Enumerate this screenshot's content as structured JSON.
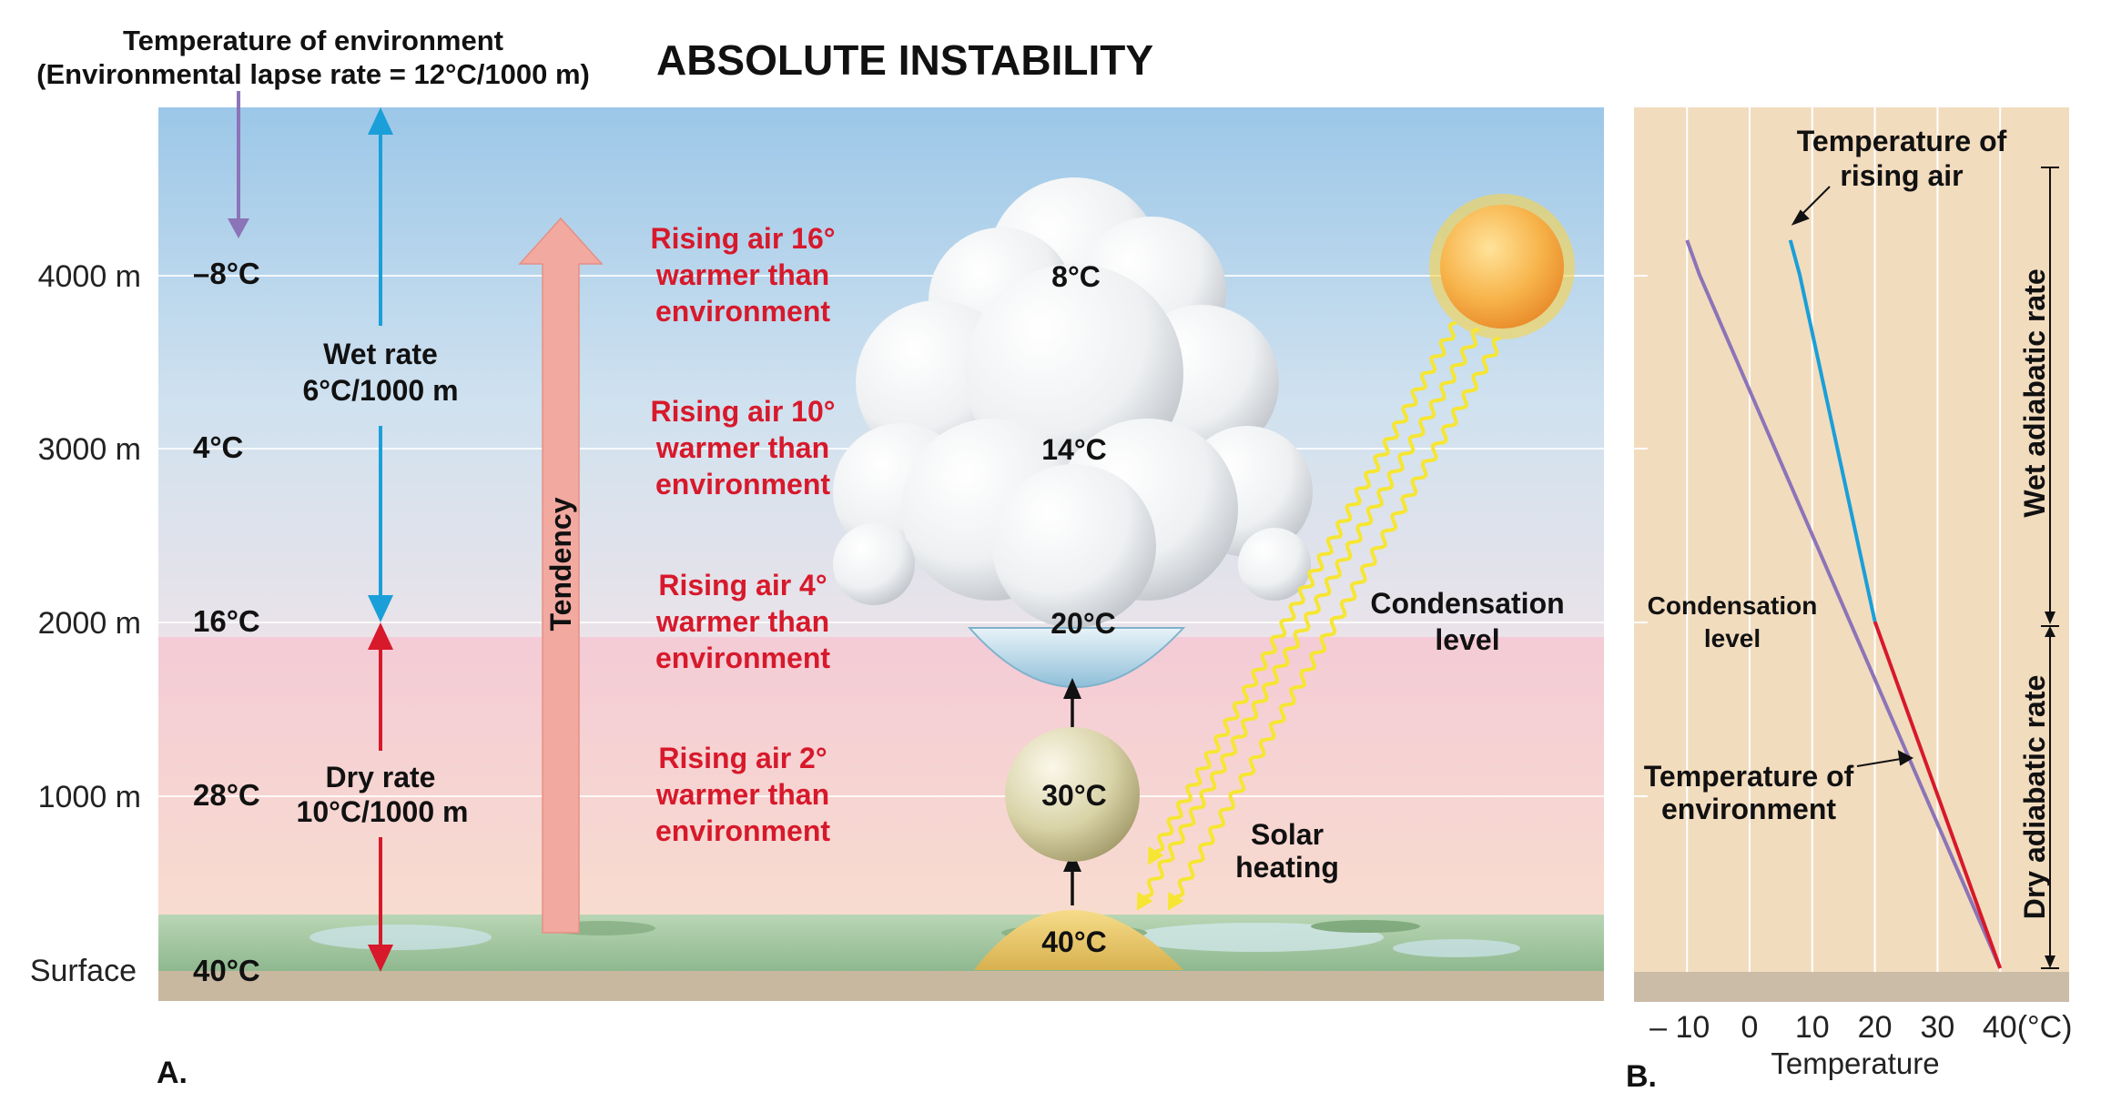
{
  "header": {
    "title": "ABSOLUTE INSTABILITY",
    "env_temp_line1": "Temperature of environment",
    "env_temp_line2": "(Environmental lapse rate = 12°C/1000 m)"
  },
  "panel_a": {
    "label": "A.",
    "altitudes": [
      "4000 m",
      "3000 m",
      "2000 m",
      "1000 m",
      "Surface"
    ],
    "env_temps": [
      "–8°C",
      "4°C",
      "16°C",
      "28°C",
      "40°C"
    ],
    "wet_rate": [
      "Wet rate",
      "6°C/1000 m"
    ],
    "dry_rate": [
      "Dry rate",
      "10°C/1000 m"
    ],
    "tendency": "Tendency",
    "comparisons": [
      [
        "Rising air 16°",
        "warmer than",
        "environment"
      ],
      [
        "Rising air 10°",
        "warmer than",
        "environment"
      ],
      [
        "Rising air 4°",
        "warmer than",
        "environment"
      ],
      [
        "Rising air 2°",
        "warmer than",
        "environment"
      ]
    ],
    "parcel_temps": [
      "8°C",
      "14°C",
      "20°C",
      "30°C",
      "40°C"
    ],
    "condensation": [
      "Condensation",
      "level"
    ],
    "solar": [
      "Solar",
      "heating"
    ],
    "colors": {
      "red": "#d7192b",
      "blue": "#1a9fd8",
      "purple": "#8c74b8",
      "tendency_arrow": "#f2a9a0"
    }
  },
  "panel_b": {
    "label": "B.",
    "rising_air_label": [
      "Temperature of",
      "rising air"
    ],
    "environment_label": [
      "Temperature of",
      "environment"
    ],
    "condensation": [
      "Condensation",
      "level"
    ],
    "wet_adiabatic": "Wet adiabatic rate",
    "dry_adiabatic": "Dry adiabatic rate",
    "x_ticks": [
      "– 10",
      "0",
      "10",
      "20",
      "30",
      "40(°C)"
    ],
    "x_axis_label": "Temperature"
  },
  "chart_data": {
    "type": "line",
    "xlabel": "Temperature",
    "x_unit": "°C",
    "x_ticks": [
      -10,
      0,
      10,
      20,
      30,
      40
    ],
    "series": [
      {
        "name": "Temperature of environment",
        "color": "#8c74b8",
        "points": [
          {
            "x": 40,
            "y": 0
          },
          {
            "x": 28,
            "y": 1000
          },
          {
            "x": 16,
            "y": 2000
          },
          {
            "x": 4,
            "y": 3000
          },
          {
            "x": -8,
            "y": 4000
          }
        ]
      },
      {
        "name": "Temperature of rising air",
        "color": "#d7192b",
        "points": [
          {
            "x": 40,
            "y": 0
          },
          {
            "x": 30,
            "y": 1000
          },
          {
            "x": 20,
            "y": 2000
          }
        ]
      },
      {
        "name": "Temperature of rising air",
        "color": "#1a9fd8",
        "points": [
          {
            "x": 20,
            "y": 2000
          },
          {
            "x": 14,
            "y": 3000
          },
          {
            "x": 8,
            "y": 4000
          }
        ]
      }
    ]
  }
}
